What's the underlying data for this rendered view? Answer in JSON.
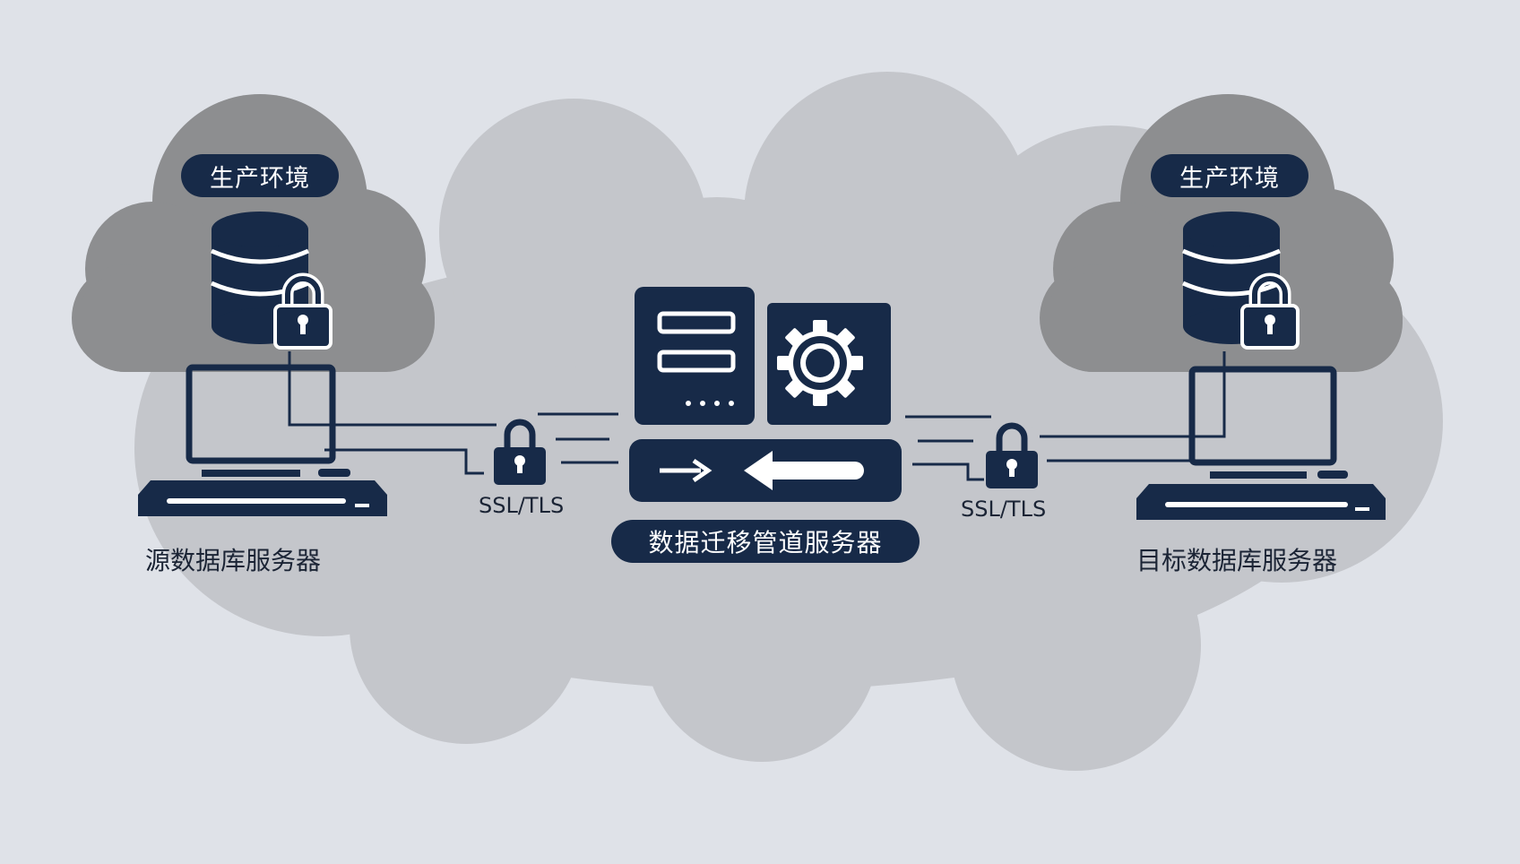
{
  "colors": {
    "background": "#dfe2e8",
    "cloud_large": "#c4c6cb",
    "cloud_small": "#8d8e90",
    "navy": "#172a48",
    "text": "#1b2435",
    "white": "#ffffff"
  },
  "source": {
    "environment_badge": "生产环境",
    "label": "源数据库服务器",
    "connection_label": "SSL/TLS"
  },
  "pipeline": {
    "label": "数据迁移管道服务器"
  },
  "target": {
    "environment_badge": "生产环境",
    "label": "目标数据库服务器",
    "connection_label": "SSL/TLS"
  },
  "icons": [
    "database-icon",
    "padlock-icon",
    "monitor-icon",
    "keyboard-icon",
    "server-rack-icon",
    "gear-icon",
    "bidirectional-arrow-icon"
  ]
}
